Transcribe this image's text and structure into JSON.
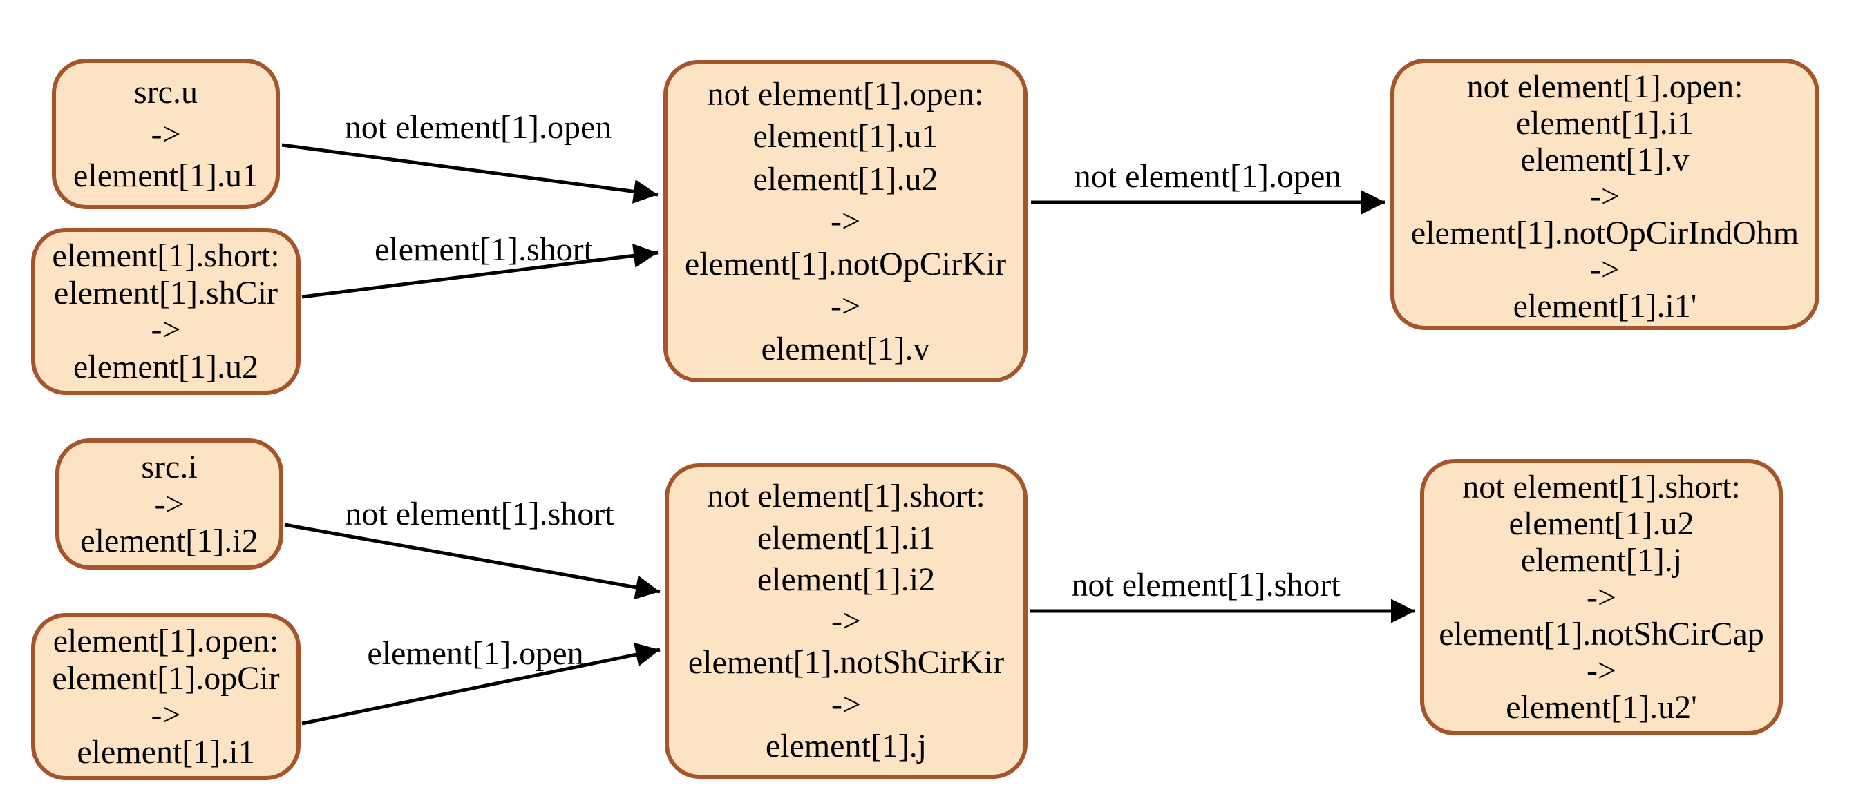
{
  "colors": {
    "background": "#FFFFFF",
    "node_fill": "#FCE3C3",
    "node_border": "#A4552C",
    "edge": "#000000",
    "text": "#000000"
  },
  "nodes": [
    {
      "lines": [
        "src.u",
        "->",
        "element[1].u1"
      ]
    },
    {
      "lines": [
        "element[1].short:",
        "element[1].shCir",
        "->",
        "element[1].u2"
      ]
    },
    {
      "lines": [
        "not element[1].open:",
        "element[1].u1",
        "element[1].u2",
        "->",
        "element[1].notOpCirKir",
        "->",
        "element[1].v"
      ]
    },
    {
      "lines": [
        "not element[1].open:",
        "element[1].i1",
        "element[1].v",
        "->",
        "element[1].notOpCirIndOhm",
        "->",
        "element[1].i1'"
      ]
    },
    {
      "lines": [
        "src.i",
        "->",
        "element[1].i2"
      ]
    },
    {
      "lines": [
        "element[1].open:",
        "element[1].opCir",
        "->",
        "element[1].i1"
      ]
    },
    {
      "lines": [
        "not element[1].short:",
        "element[1].i1",
        "element[1].i2",
        "->",
        "element[1].notShCirKir",
        "->",
        "element[1].j"
      ]
    },
    {
      "lines": [
        "not element[1].short:",
        "element[1].u2",
        "element[1].j",
        "->",
        "element[1].notShCirCap",
        "->",
        "element[1].u2'"
      ]
    }
  ],
  "edges": [
    {
      "label": "not element[1].open"
    },
    {
      "label": "element[1].short"
    },
    {
      "label": "not element[1].open"
    },
    {
      "label": "not element[1].short"
    },
    {
      "label": "element[1].open"
    },
    {
      "label": "not element[1].short"
    }
  ]
}
